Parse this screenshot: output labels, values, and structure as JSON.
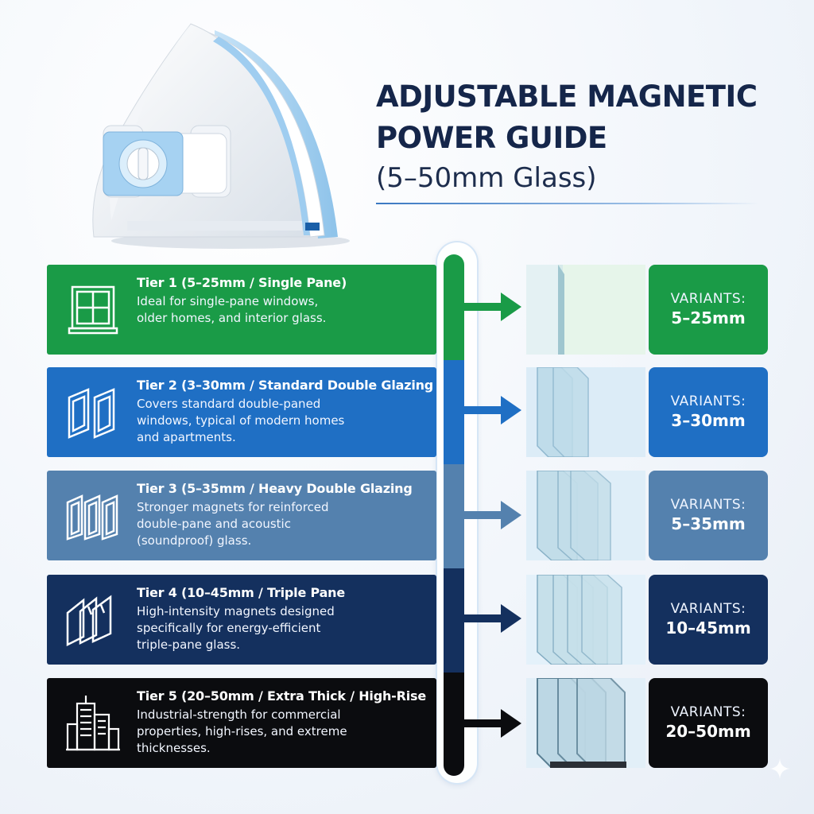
{
  "title": {
    "line1": "ADJUSTABLE MAGNETIC",
    "line2": "POWER GUIDE",
    "subtitle": "(5–50mm Glass)"
  },
  "product": {
    "icon": "magnetic-window-cleaner-image"
  },
  "tiers": [
    {
      "title": "Tier 1 (5–25mm / Single Pane)",
      "desc_lines": [
        "Ideal for single-pane windows,",
        "older homes, and interior glass."
      ],
      "variant_label": "VARIANTS:",
      "variant_value": "5–25mm",
      "icon": "single-window-icon",
      "color": "#1a9b47"
    },
    {
      "title": "Tier 2 (3–30mm / Standard Double Glazing",
      "desc_lines": [
        "Covers standard double-paned",
        "windows, typical of modern homes",
        "and apartments."
      ],
      "variant_label": "VARIANTS:",
      "variant_value": "3–30mm",
      "icon": "double-window-icon",
      "color": "#1f6fc4"
    },
    {
      "title": "Tier 3 (5–35mm / Heavy Double Glazing",
      "desc_lines": [
        "Stronger magnets for reinforced",
        "double-pane and acoustic",
        "(soundproof) glass."
      ],
      "variant_label": "VARIANTS:",
      "variant_value": "5–35mm",
      "icon": "triple-frame-window-icon",
      "color": "#5481ae"
    },
    {
      "title": "Tier 4 (10–45mm / Triple Pane",
      "desc_lines": [
        "High-intensity magnets designed",
        "specifically for energy-efficient",
        "triple-pane glass."
      ],
      "variant_label": "VARIANTS:",
      "variant_value": "10–45mm",
      "icon": "triple-pane-window-icon",
      "color": "#14305e"
    },
    {
      "title": "Tier 5 (20–50mm / Extra Thick / High-Rise",
      "desc_lines": [
        "Industrial-strength for commercial",
        "properties, high-rises, and extreme",
        "thicknesses."
      ],
      "variant_label": "VARIANTS:",
      "variant_value": "20–50mm",
      "icon": "high-rise-building-icon",
      "color": "#0b0c0f"
    }
  ]
}
